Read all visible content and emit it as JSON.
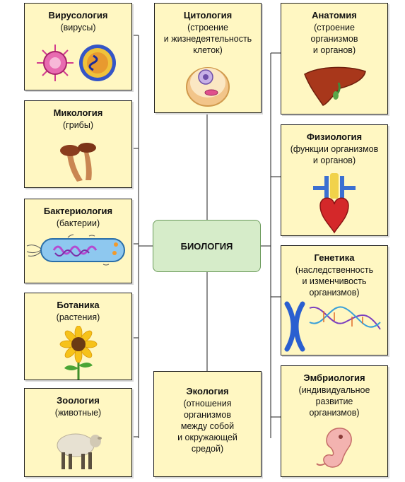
{
  "center": {
    "label": "БИОЛОГИЯ"
  },
  "boxes": {
    "virology": {
      "title": "Вирусология",
      "desc": [
        "(вирусы)"
      ],
      "icon": "virus-icon"
    },
    "mycology": {
      "title": "Микология",
      "desc": [
        "(грибы)"
      ],
      "icon": "mushroom-icon"
    },
    "bacteriology": {
      "title": "Бактериология",
      "desc": [
        "(бактерии)"
      ],
      "icon": "bacterium-icon"
    },
    "botany": {
      "title": "Ботаника",
      "desc": [
        "(растения)"
      ],
      "icon": "sunflower-icon"
    },
    "zoology": {
      "title": "Зоология",
      "desc": [
        "(животные)"
      ],
      "icon": "sheep-icon"
    },
    "cytology": {
      "title": "Цитология",
      "desc": [
        "(строение",
        "и жизнедеятельность",
        "клеток)"
      ],
      "icon": "cell-icon"
    },
    "ecology": {
      "title": "Экология",
      "desc": [
        "(отношения",
        "организмов",
        "между собой",
        "и окружающей",
        "средой)"
      ]
    },
    "anatomy": {
      "title": "Анатомия",
      "desc": [
        "(строение",
        "организмов",
        "и органов)"
      ],
      "icon": "liver-icon"
    },
    "physiology": {
      "title": "Физиология",
      "desc": [
        "(функции организмов",
        "и органов)"
      ],
      "icon": "heart-icon"
    },
    "genetics": {
      "title": "Генетика",
      "desc": [
        "(наследственность",
        "и изменчивость",
        "организмов)"
      ],
      "icon": "dna-chromosome-icon"
    },
    "embryology": {
      "title": "Эмбриология",
      "desc": [
        "(индивидуальное",
        "развитие",
        "организмов)"
      ],
      "icon": "embryo-icon"
    }
  },
  "colors": {
    "box_fill": "#fff7c2",
    "center_fill": "#d6ecc9",
    "line": "#1f1f1f"
  }
}
